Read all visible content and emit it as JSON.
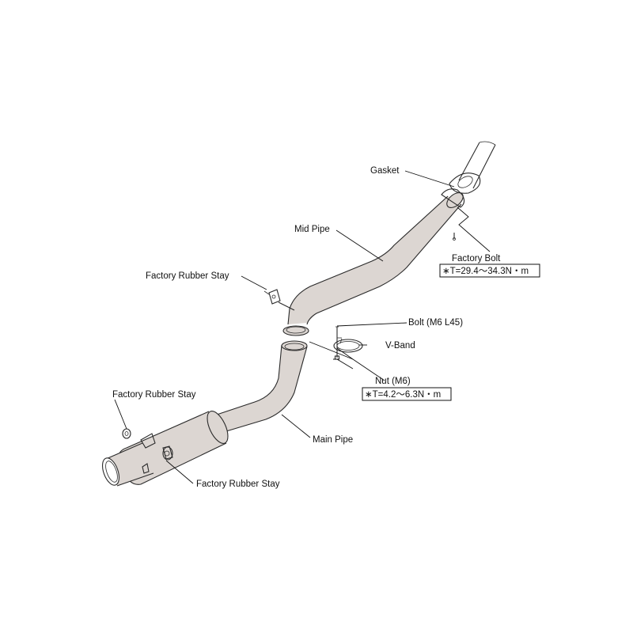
{
  "diagram": {
    "labels": {
      "gasket": "Gasket",
      "mid_pipe": "Mid Pipe",
      "factory_bolt": "Factory Bolt",
      "factory_bolt_torque": "∗T=29.4〜34.3N・m",
      "factory_rubber_stay_upper": "Factory Rubber Stay",
      "bolt_m6": "Bolt (M6 L45)",
      "v_band": "V-Band",
      "nut_m6": "Nut (M6)",
      "nut_torque": "∗T=4.2〜6.3N・m",
      "factory_rubber_stay_left": "Factory Rubber Stay",
      "main_pipe": "Main Pipe",
      "factory_rubber_stay_bottom": "Factory Rubber Stay"
    },
    "colors": {
      "pipe": "#dcd6d2",
      "line": "#2a2a2a",
      "background": "#ffffff"
    }
  }
}
